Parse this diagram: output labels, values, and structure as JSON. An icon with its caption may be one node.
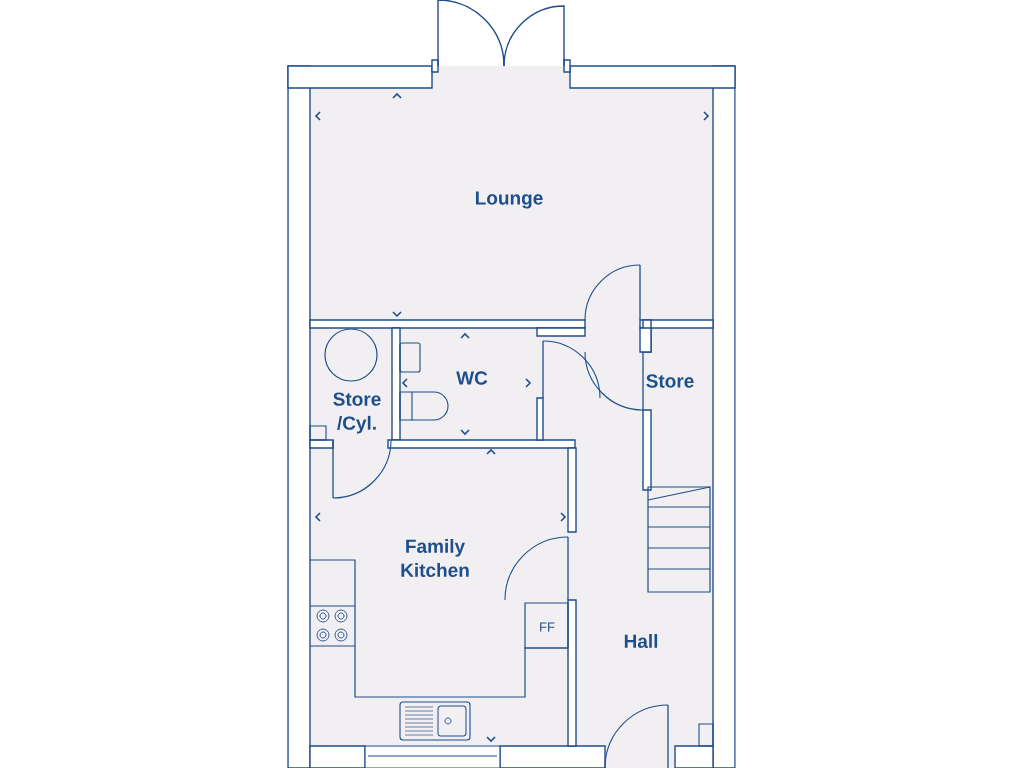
{
  "diagram": {
    "nodes": [
      {
        "text": [
          "Lounge"
        ]
      },
      {
        "text": [
          "Store /Cyl."
        ]
      },
      {
        "text": [
          "WC"
        ]
      },
      {
        "text": [
          "Store"
        ]
      },
      {
        "text": [
          "Family Kitchen"
        ]
      },
      {
        "text": [
          "Hall"
        ]
      }
    ],
    "labels": [
      "FF"
    ]
  }
}
